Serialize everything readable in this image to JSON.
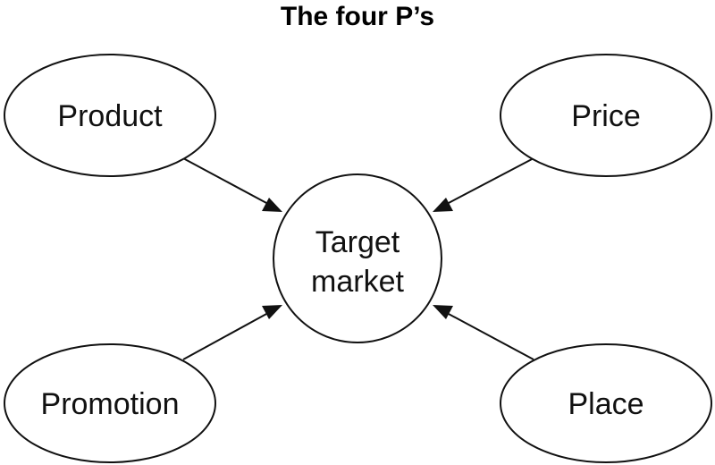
{
  "diagram": {
    "title": "The four P’s",
    "center": {
      "line1": "Target",
      "line2": "market"
    },
    "nodes": {
      "product": "Product",
      "price": "Price",
      "promotion": "Promotion",
      "place": "Place"
    },
    "edges": [
      {
        "from": "Product",
        "to": "Target market"
      },
      {
        "from": "Price",
        "to": "Target market"
      },
      {
        "from": "Promotion",
        "to": "Target market"
      },
      {
        "from": "Place",
        "to": "Target market"
      }
    ]
  }
}
